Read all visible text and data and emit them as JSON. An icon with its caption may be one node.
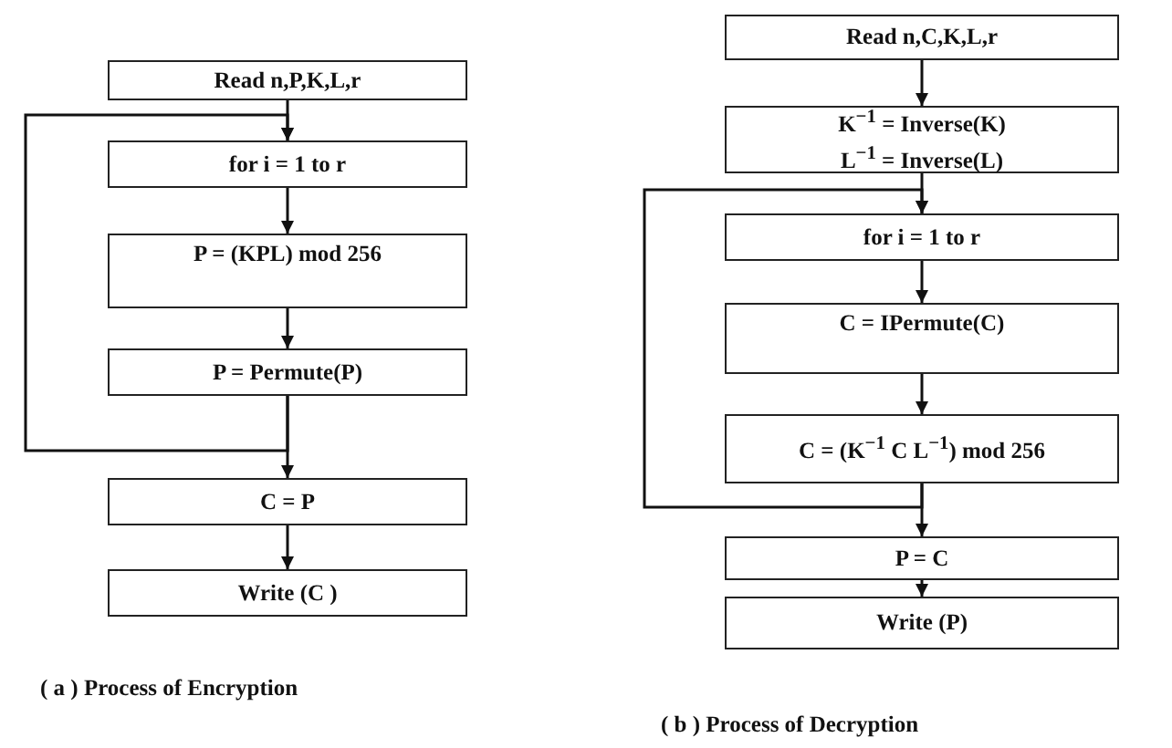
{
  "diagram": {
    "nodes": [
      {
        "text": [
          "Read n,P,K,L,r"
        ]
      },
      {
        "text": [
          "for i = 1 to r"
        ]
      },
      {
        "text": [
          "P = (KPL) mod  256"
        ]
      },
      {
        "text": [
          "P = Permute(P)"
        ]
      },
      {
        "text": [
          "C = P"
        ]
      },
      {
        "text": [
          "Write  (C )"
        ]
      },
      {
        "text": [
          "Read n,C,K,L,r"
        ]
      },
      {
        "text": [
          "K$^{−1}$ = Inverse(K)",
          "L$^{−1}$ = Inverse(L)"
        ]
      },
      {
        "text": [
          "for i = 1 to r"
        ]
      },
      {
        "text": [
          "C = IPermute(C)"
        ]
      },
      {
        "text": [
          "C = (K$^{−1}$ C L$^{−1}$) mod 256"
        ]
      },
      {
        "text": [
          "P = C"
        ]
      },
      {
        "text": [
          "Write  (P)"
        ]
      }
    ],
    "edges": [
      {
        "from": 0,
        "to": 1,
        "arrow": "to"
      },
      {
        "from": 1,
        "to": 2,
        "arrow": "to"
      },
      {
        "from": 2,
        "to": 3,
        "arrow": "to"
      },
      {
        "from": 3,
        "to": 1,
        "arrow": "to"
      },
      {
        "from": 3,
        "to": 4,
        "arrow": "to"
      },
      {
        "from": 4,
        "to": 5,
        "arrow": "to"
      },
      {
        "from": 6,
        "to": 7,
        "arrow": "to"
      },
      {
        "from": 7,
        "to": 8,
        "arrow": "to"
      },
      {
        "from": 8,
        "to": 9,
        "arrow": "to"
      },
      {
        "from": 9,
        "to": 10,
        "arrow": "to"
      },
      {
        "from": 10,
        "to": 8,
        "arrow": "to"
      },
      {
        "from": 10,
        "to": 11,
        "arrow": "to"
      },
      {
        "from": 11,
        "to": 12,
        "arrow": "to"
      }
    ],
    "labels": [
      "( a ) Process of Encryption",
      "( b ) Process of Decryption"
    ]
  }
}
